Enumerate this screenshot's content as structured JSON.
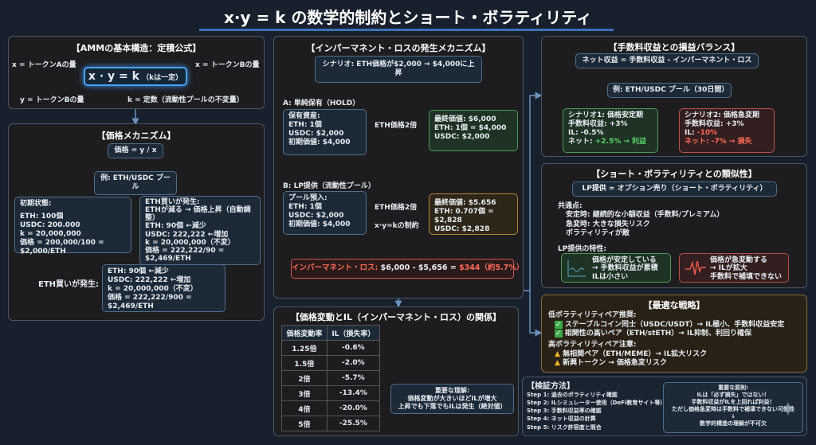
{
  "title": "x·y = k の数学的制約とショート・ボラティリティ",
  "amm": {
    "heading": "【AMMの基本構造：定積公式】",
    "formula": "x · y = k",
    "formula_note": "（kは一定）",
    "x_label": "x = トークンAの量",
    "x_label_right": "x = トークンBの量",
    "y_label": "y = トークンBの量",
    "k_label": "k = 定数（流動性プールの不変量）"
  },
  "price": {
    "heading": "【価格メカニズム】",
    "formula": "価格 = y / x",
    "example": "例: ETH/USDC プール",
    "initial": [
      "初期状態:",
      "",
      "ETH: 100個",
      "USDC: 200.000",
      "k = 20,000,000",
      "価格 = 200,000/100 = $2,000/ETH"
    ],
    "after": [
      "ETH買いが発生:",
      "ETHが減る → 価格上昇（自動調整）",
      "ETH: 90個 ←減少",
      "USDC: 222,222 ←増加",
      "k = 20,000,000（不変）",
      "価格 = 222,222/90 = $2,469/ETH"
    ],
    "buy_label": "ETH買いが発生:",
    "result": [
      "ETH: 90個 ←減少",
      "USDC: 222,222 ←増加",
      "k = 20,000,000（不変）",
      "価格 = 222,222/900 = $2,469/ETH"
    ]
  },
  "il": {
    "heading": "【インパーマネント・ロスの発生メカニズム】",
    "scenario": "シナリオ: ETH価格が$2,000 → $4,000に上昇",
    "a_label": "A: 単純保有（HOLD）",
    "a_box": [
      "保有資産:",
      "ETH: 1個",
      "USDC: $2,000",
      "初期価値: $4,000"
    ],
    "a_arrow": "ETH価格2倍",
    "a_result": [
      "最終価値: $6,000",
      "ETH: 1個 = $4,000",
      "USDC: $2,000"
    ],
    "b_label": "B: LP提供（流動性プール）",
    "b_box": [
      "プール預入:",
      "ETH: 1個",
      "USDC: $2,000",
      "初期価値: $4,000"
    ],
    "b_arrow": "ETH価格2倍",
    "b_arrow2": "x·y=kの制約",
    "b_result": [
      "最終価値: $5.656",
      "ETH: 0.707個 = $2,828",
      "USDC: $2,828"
    ],
    "loss_prefix": "インパーマネント・ロス: ",
    "loss_calc": "$6,000 - $5,656 = ",
    "loss_value": "$344（約5.7%）"
  },
  "table": {
    "heading": "【価格変動とIL（インパーマネント・ロス）の関係】",
    "headers": [
      "価格変動率",
      "IL（損失率）"
    ],
    "rows": [
      [
        "1.25倍",
        "-0.6%"
      ],
      [
        "1.5倍",
        "-2.0%"
      ],
      [
        "2倍",
        "-5.7%"
      ],
      [
        "3倍",
        "-13.4%"
      ],
      [
        "4倍",
        "-20.0%"
      ],
      [
        "5倍",
        "-25.5%"
      ]
    ],
    "note": [
      "重要な理解:",
      "価格変動が大きいほどILが増大",
      "上昇でも下落でもILは発生（絶対値）"
    ]
  },
  "fees": {
    "heading": "【手数料収益との損益バランス】",
    "formula": "ネット収益 = 手数料収益 - インパーマネント・ロス",
    "example": "例: ETH/USDC プール（30日間）",
    "s1": {
      "title": "シナリオ1: 価格安定期",
      "fee": "手数料収益: +3%",
      "il": "IL: -0.5%",
      "net_label": "ネット: ",
      "net": "+2.5% → 利益"
    },
    "s2": {
      "title": "シナリオ2: 価格急変期",
      "fee": "手数料収益: +3%",
      "il_label": "IL: ",
      "il": "-10%",
      "net": "ネット: -7% → 損失"
    }
  },
  "shortvol": {
    "heading": "【ショート・ボラティリティとの類似性】",
    "banner": "LP提供 ≈ オプション売り（ショート・ボラティリティ）",
    "common_label": "共通点:",
    "common": [
      "安定時: 継続的な小額収益（手数料/プレミアム）",
      "急変時: 大きな損失リスク",
      "ボラティリティが敵"
    ],
    "traits_label": "LP提供の特性:",
    "stable": [
      "価格が安定している",
      "→ 手数料収益が累積",
      "ILは小さい"
    ],
    "volatile": [
      "価格が急変動する",
      "→ ILが拡大",
      "手数料で補填できない"
    ]
  },
  "strategy": {
    "heading": "【最適な戦略】",
    "low_label": "低ボラティリティペア推奨:",
    "low": [
      "ステーブルコイン同士（USDC/USDT）→ IL極小、手数料収益安定",
      "相関性の高いペア（ETH/stETH）→ IL抑制、利回り確保"
    ],
    "high_label": "高ボラティリティペア注意:",
    "high": [
      "無相関ペア（ETH/MEME）→ IL拡大リスク",
      "新興トークン → 価格急変リスク"
    ]
  },
  "verify": {
    "heading": "【検証方法】",
    "steps": [
      "Step 1: 過去のボラティリティ確認",
      "Step 2: ILシミュレーター使用（DeFi教育サイト等）",
      "Step 3: 手数料収益率の確認",
      "Step 4: ネット収益の計算",
      "Step 5: リスク許容度と照合"
    ],
    "principle": [
      "重要な原則:",
      "ILは「必ず損失」ではない！",
      "手数料収益がILを上回れば利益！",
      "ただし価格急変時は手数料で補填できない可能性",
      "↓",
      "数学的構造の理解が不可欠"
    ]
  },
  "colors": {
    "bg": "#17202c",
    "accent": "#3d70b8",
    "profit": "#5bd36b",
    "loss": "#ff6a5a"
  }
}
